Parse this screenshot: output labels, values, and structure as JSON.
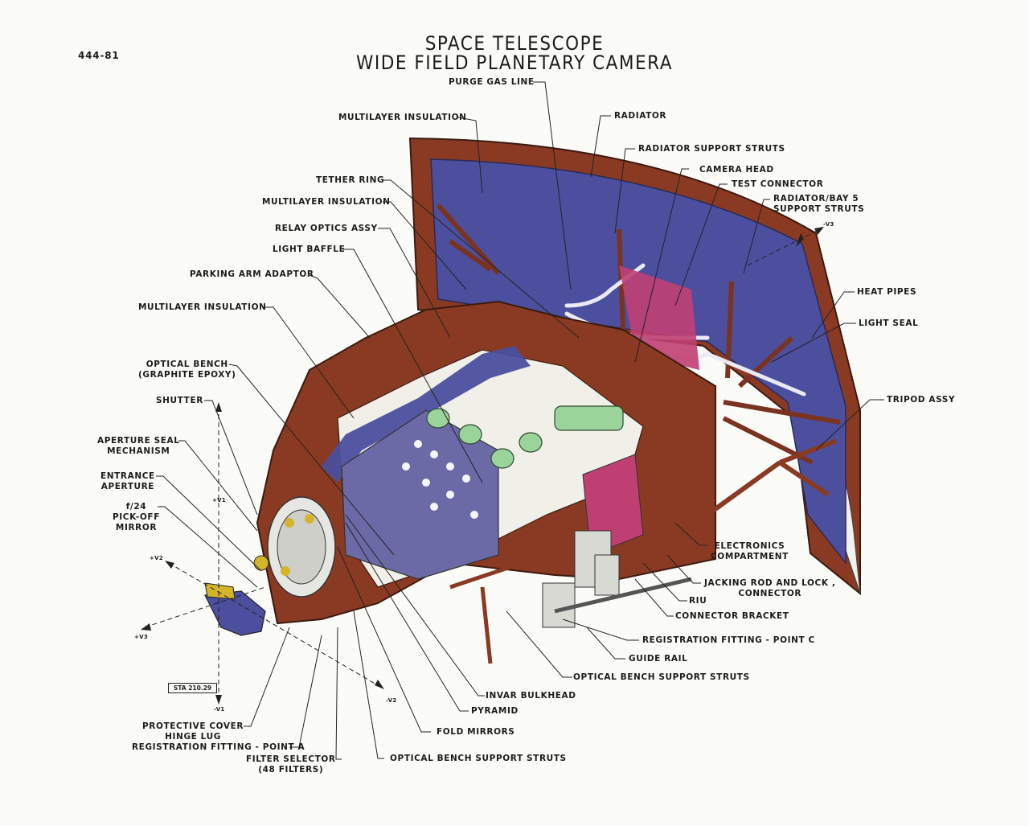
{
  "doc_number": "444-81",
  "title_line1": "SPACE TELESCOPE",
  "title_line2": "WIDE FIELD PLANETARY CAMERA",
  "sta_box": "STA 210.29",
  "axes": {
    "plus_v1": "+V1",
    "minus_v1": "-V1",
    "plus_v2": "+V2",
    "minus_v2": "-V2",
    "plus_v3": "+V3",
    "minus_v3": "-V3"
  },
  "colors": {
    "structure": "#8a3a22",
    "radiator": "#4b4f9e",
    "bench": "#6c6aa6",
    "electronics": "#c03f72",
    "relay_optics": "#9bd49a",
    "filter_gold": "#d4b429",
    "rim": "#f2f1ec"
  },
  "labels": {
    "purge_gas_line": "PURGE GAS LINE",
    "multilayer_insulation_top": "MULTILAYER INSULATION",
    "radiator": "RADIATOR",
    "radiator_support_struts": "RADIATOR SUPPORT STRUTS",
    "camera_head": "CAMERA HEAD",
    "test_connector": "TEST CONNECTOR",
    "radiator_bay5_support_struts": "RADIATOR/BAY 5\nSUPPORT STRUTS",
    "tether_ring": "TETHER RING",
    "multilayer_insulation_mid": "MULTILAYER INSULATION",
    "relay_optics_assy": "RELAY OPTICS ASSY",
    "light_baffle": "LIGHT BAFFLE",
    "parking_arm_adaptor": "PARKING ARM ADAPTOR",
    "multilayer_insulation_left": "MULTILAYER INSULATION",
    "heat_pipes": "HEAT PIPES",
    "light_seal": "LIGHT SEAL",
    "optical_bench": "OPTICAL BENCH\n(GRAPHITE EPOXY)",
    "shutter": "SHUTTER",
    "tripod_assy": "TRIPOD ASSY",
    "aperture_seal_mechanism": "APERTURE SEAL\nMECHANISM",
    "entrance_aperture": "ENTRANCE\nAPERTURE",
    "pickoff_mirror": "f/24\nPICK-OFF\nMIRROR",
    "electronics_compartment": "ELECTRONICS\nCOMPARTMENT",
    "jacking_rod": "JACKING ROD AND LOCK ,\nCONNECTOR",
    "riu": "RIU",
    "connector_bracket": "CONNECTOR BRACKET",
    "registration_fitting_c": "REGISTRATION FITTING - POINT C",
    "guide_rail": "GUIDE RAIL",
    "optical_bench_support_struts_right": "OPTICAL BENCH SUPPORT STRUTS",
    "invar_bulkhead": "INVAR BULKHEAD",
    "pyramid": "PYRAMID",
    "fold_mirrors": "FOLD MIRRORS",
    "protective_cover": "PROTECTIVE COVER\nHINGE LUG",
    "registration_fitting_a": "REGISTRATION FITTING - POINT A",
    "filter_selector": "FILTER SELECTOR\n(48 FILTERS)",
    "optical_bench_support_struts_bottom": "OPTICAL BENCH SUPPORT STRUTS"
  }
}
